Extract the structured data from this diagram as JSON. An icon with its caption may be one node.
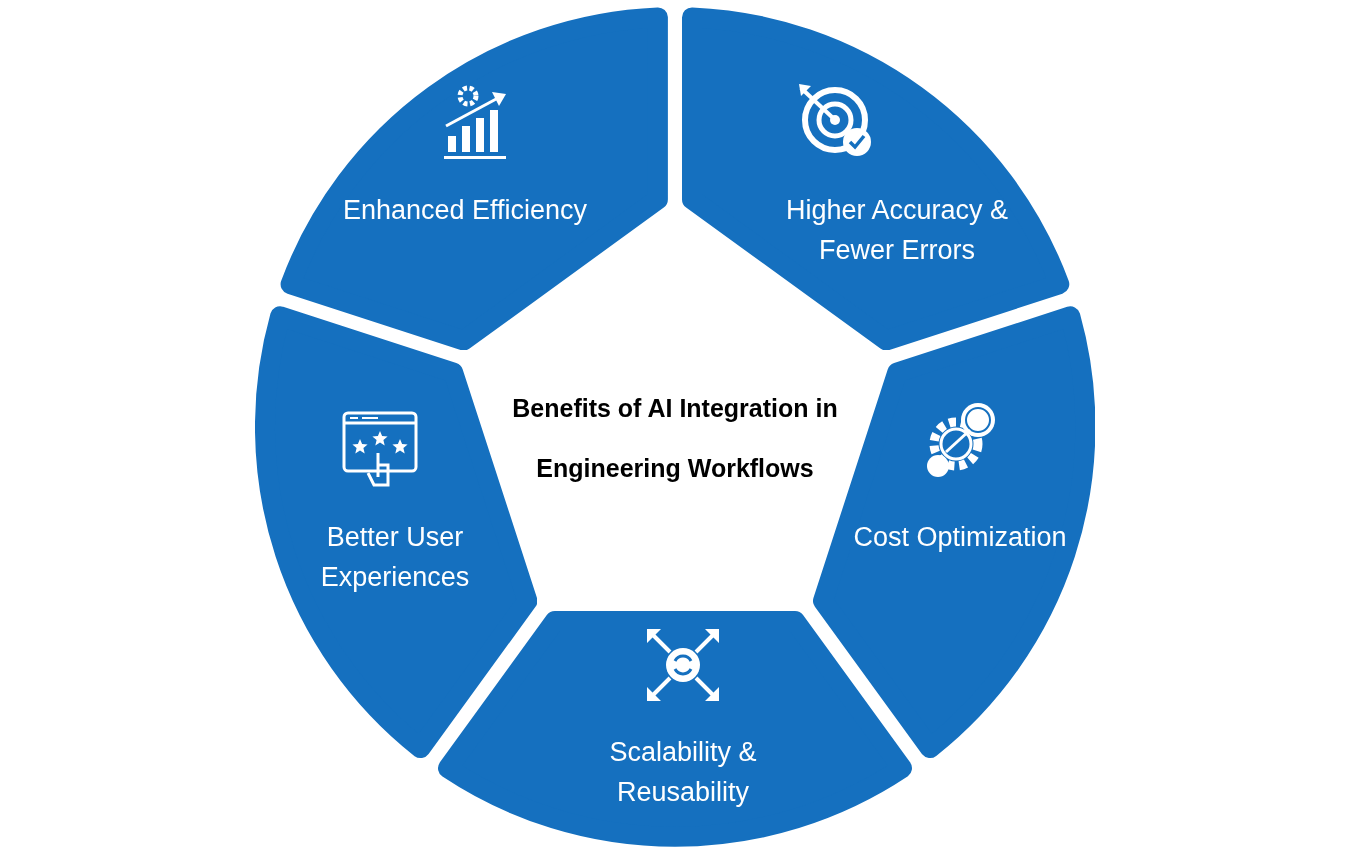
{
  "diagram": {
    "title": "Benefits of AI Integration in Engineering Workflows",
    "nodes": [
      {
        "text": [
          "Enhanced Efficiency"
        ]
      },
      {
        "text": [
          "Higher Accuracy & Fewer Errors"
        ]
      },
      {
        "text": [
          "Better User Experiences"
        ]
      },
      {
        "text": [
          "Cost Optimization"
        ]
      },
      {
        "text": [
          "Scalability & Reusability"
        ]
      }
    ]
  }
}
